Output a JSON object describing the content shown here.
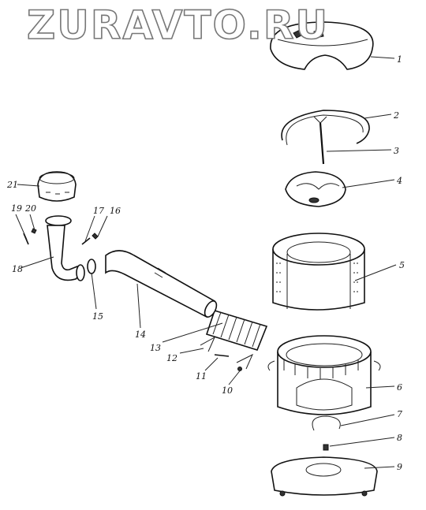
{
  "watermark": "ZURAVTO.RU",
  "labels": [
    "1",
    "2",
    "3",
    "4",
    "5",
    "6",
    "7",
    "8",
    "9",
    "10",
    "11",
    "12",
    "13",
    "14",
    "15",
    "16",
    "17",
    "18",
    "19",
    "20",
    "21"
  ],
  "colors": {
    "ink": "#111111",
    "watermark_outline": "#777777"
  }
}
